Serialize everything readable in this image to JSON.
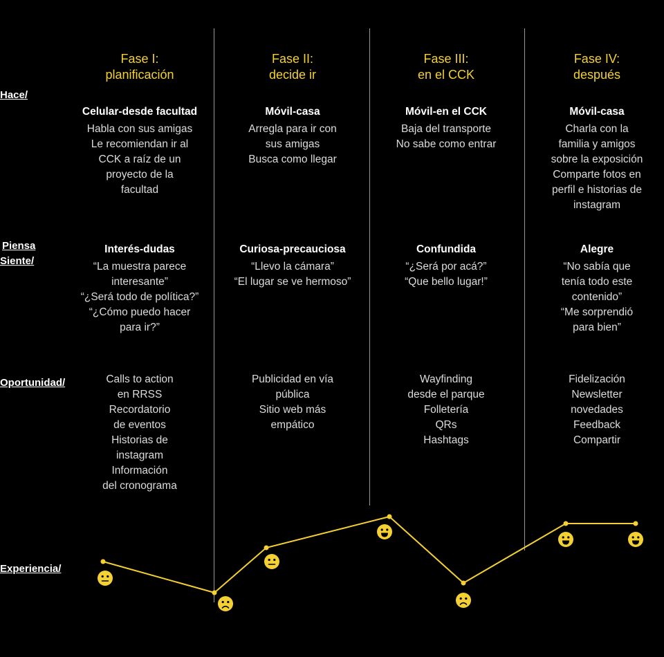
{
  "phases": [
    {
      "name": "Fase I:",
      "subtitle": "planificación"
    },
    {
      "name": "Fase II:",
      "subtitle": "decide ir"
    },
    {
      "name": "Fase III:",
      "subtitle": "en el CCK"
    },
    {
      "name": "Fase IV:",
      "subtitle": "después"
    }
  ],
  "row_labels": {
    "hace": "Hace/",
    "piensa": "Piensa",
    "siente": "Siente/",
    "oportunidad": "Oportunidad/",
    "experiencia": "Experiencia/"
  },
  "hace": [
    {
      "head": "Celular-desde facultad",
      "lines": [
        "Habla con sus amigas",
        "Le recomiendan ir al",
        "CCK a raíz de un",
        "proyecto de la",
        "facultad"
      ]
    },
    {
      "head": "Móvil-casa",
      "lines": [
        "Arregla para ir con",
        "sus amigas",
        "Busca como llegar"
      ]
    },
    {
      "head": "Móvil-en el CCK",
      "lines": [
        "Baja del transporte",
        "No sabe como entrar"
      ]
    },
    {
      "head": "Móvil-casa",
      "lines": [
        "Charla con la",
        "familia y amigos",
        "sobre la exposición",
        "Comparte fotos en",
        "perfil e historias de",
        "instagram"
      ]
    }
  ],
  "piensa": [
    {
      "head": "Interés-dudas",
      "lines": [
        "“La muestra parece",
        "interesante”",
        "“¿Será todo de política?”",
        "“¿Cómo puedo hacer",
        "para ir?”"
      ]
    },
    {
      "head": "Curiosa-precauciosa",
      "lines": [
        "“Llevo la cámara”",
        "“El lugar se ve hermoso”"
      ]
    },
    {
      "head": "Confundida",
      "lines": [
        "“¿Será por acá?”",
        "“Que bello lugar!”"
      ]
    },
    {
      "head": "Alegre",
      "lines": [
        "“No sabía que",
        "tenía todo este",
        "contenido”",
        "“Me sorprendió",
        "para bien”"
      ]
    }
  ],
  "oportunidad": [
    {
      "lines": [
        "Calls to action",
        "en RRSS",
        "Recordatorio",
        "de eventos",
        "Historias de",
        "instagram",
        "Información",
        "del cronograma"
      ]
    },
    {
      "lines": [
        "Publicidad en vía",
        "pública",
        "Sitio web más",
        "empático"
      ]
    },
    {
      "lines": [
        "Wayfinding",
        "desde el parque",
        "Folletería",
        "QRs",
        "Hashtags"
      ]
    },
    {
      "lines": [
        "Fidelización",
        "Newsletter",
        "novedades",
        "Feedback",
        "Compartir"
      ]
    }
  ],
  "experiencia": [
    {
      "mood": "neutral"
    },
    {
      "mood": "sad"
    },
    {
      "mood": "neutral"
    },
    {
      "mood": "happy"
    },
    {
      "mood": "sad"
    },
    {
      "mood": "happy"
    },
    {
      "mood": "happy"
    }
  ],
  "colors": {
    "accent": "#f5d033",
    "background": "#000000",
    "divider": "#9a9a9a"
  }
}
